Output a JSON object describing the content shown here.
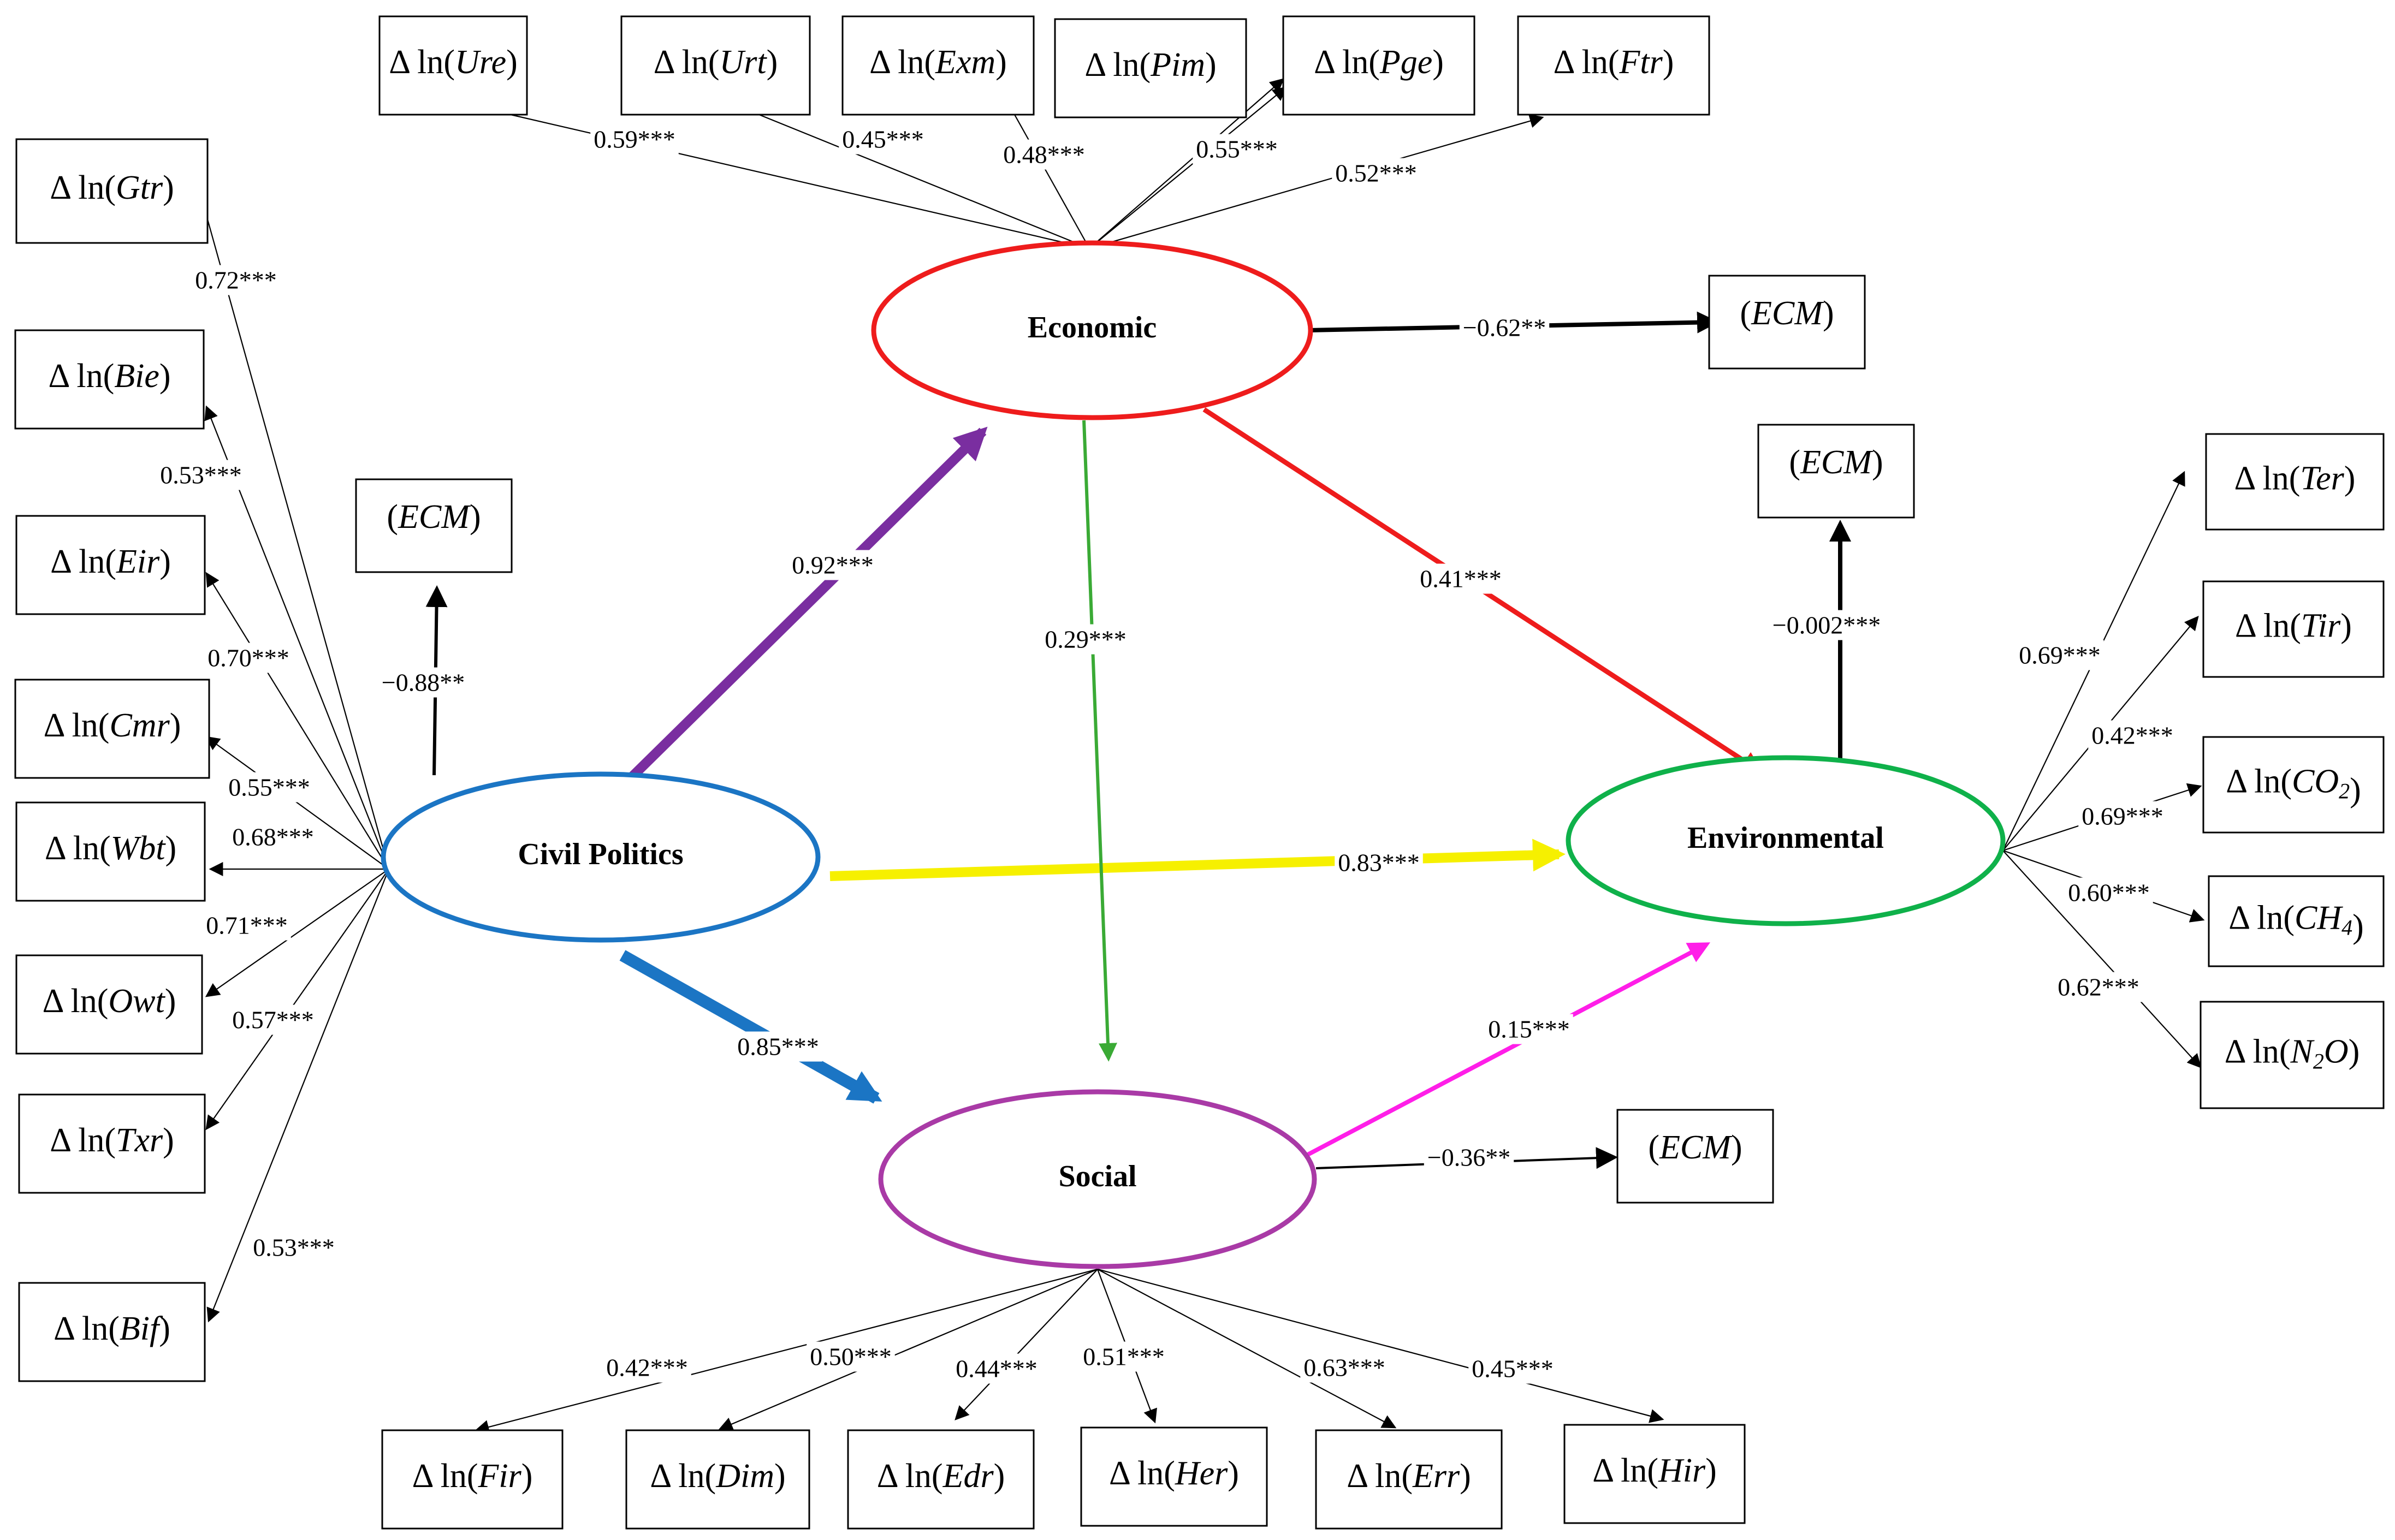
{
  "colors": {
    "economic": "#ee1c1c",
    "civil_politics": "#1b75c4",
    "environmental": "#0fb14a",
    "social": "#a93aa6",
    "civil_to_economic": "#7a2ea0",
    "civil_to_environmental": "#f6f000",
    "civil_to_social": "#1b75c4",
    "economic_to_social": "#3aaa35",
    "economic_to_environmental": "#ee1c1c",
    "social_to_environmental": "#ff1ee8"
  },
  "nodes": {
    "economic": "Economic",
    "civil_politics": "Civil Politics",
    "environmental": "Environmental",
    "social": "Social"
  },
  "paths": {
    "civil_to_economic": "0.92***",
    "civil_to_environmental": "0.83***",
    "civil_to_social": "0.85***",
    "economic_to_social": "0.29***",
    "economic_to_environmental": "0.41***",
    "social_to_environmental": "0.15***",
    "economic_ecm": "−0.62**",
    "civil_ecm": "−0.88**",
    "environmental_ecm": "−0.002***",
    "social_ecm": "−0.36**"
  },
  "ecm_label": "ECM",
  "economic_indicators": [
    {
      "var": "Ure",
      "coef": "0.59***"
    },
    {
      "var": "Urt",
      "coef": "0.45***"
    },
    {
      "var": "Exm",
      "coef": "0.48***"
    },
    {
      "var": "Pim",
      "coef": "0.55***"
    },
    {
      "var": "Pge",
      "coef": "0.52***"
    },
    {
      "var": "Ftr",
      "coef": ""
    }
  ],
  "civil_indicators": [
    {
      "var": "Gtr",
      "coef": "0.72***"
    },
    {
      "var": "Bie",
      "coef": "0.53***"
    },
    {
      "var": "Eir",
      "coef": "0.70***"
    },
    {
      "var": "Cmr",
      "coef": "0.55***"
    },
    {
      "var": "Wbt",
      "coef": "0.68***"
    },
    {
      "var": "Owt",
      "coef": "0.71***"
    },
    {
      "var": "Txr",
      "coef": "0.57***"
    },
    {
      "var": "Bif",
      "coef": "0.53***"
    }
  ],
  "environmental_indicators": [
    {
      "var": "Ter",
      "sub": "",
      "coef": "0.69***"
    },
    {
      "var": "Tir",
      "sub": "",
      "coef": "0.42***"
    },
    {
      "var": "CO",
      "sub": "2",
      "coef": "0.69***"
    },
    {
      "var": "CH",
      "sub": "4",
      "coef": "0.60***"
    },
    {
      "var": "N",
      "sub": "2",
      "tail": "O",
      "coef": "0.62***"
    }
  ],
  "social_indicators": [
    {
      "var": "Fir",
      "coef": "0.42***"
    },
    {
      "var": "Dim",
      "coef": "0.50***"
    },
    {
      "var": "Edr",
      "coef": "0.44***"
    },
    {
      "var": "Her",
      "coef": "0.51***"
    },
    {
      "var": "Err",
      "coef": "0.63***"
    },
    {
      "var": "Hir",
      "coef": "0.45***"
    }
  ]
}
